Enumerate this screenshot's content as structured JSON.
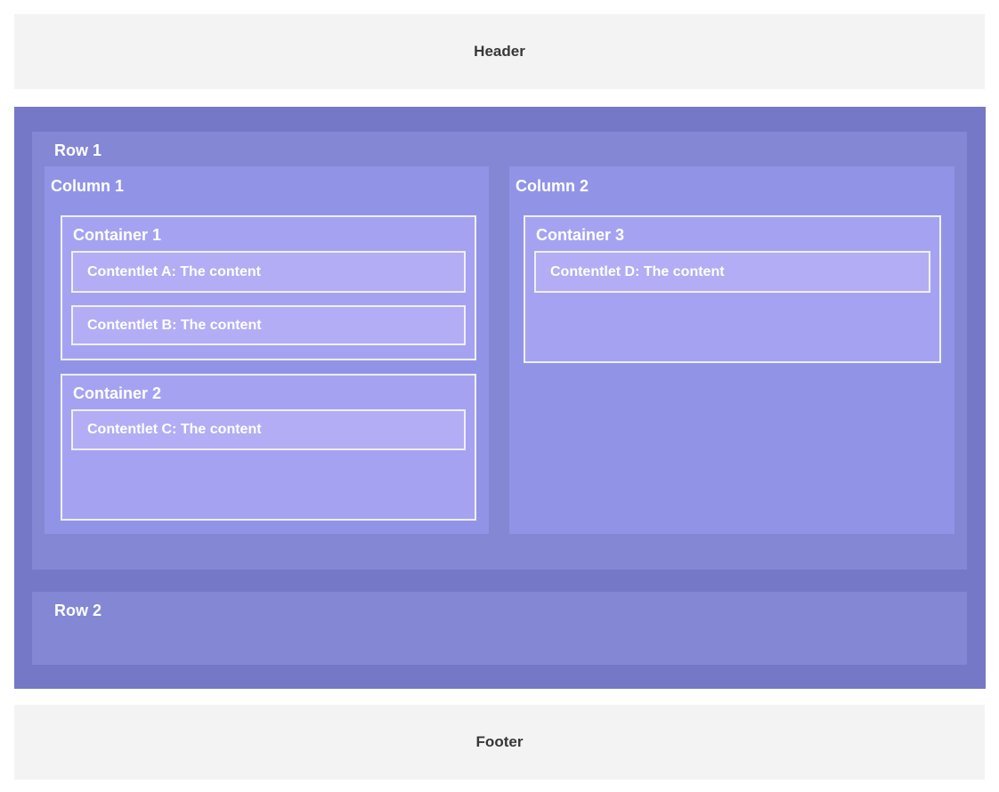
{
  "header": {
    "label": "Header"
  },
  "footer": {
    "label": "Footer"
  },
  "body": {
    "rows": [
      {
        "label": "Row 1",
        "columns": [
          {
            "label": "Column 1",
            "containers": [
              {
                "label": "Container 1",
                "contentlets": [
                  {
                    "label": "Contentlet A: The content"
                  },
                  {
                    "label": "Contentlet B: The content"
                  }
                ]
              },
              {
                "label": "Container 2",
                "contentlets": [
                  {
                    "label": "Contentlet C: The content"
                  }
                ]
              }
            ]
          },
          {
            "label": "Column 2",
            "containers": [
              {
                "label": "Container 3",
                "contentlets": [
                  {
                    "label": "Contentlet D: The content"
                  }
                ]
              }
            ]
          }
        ]
      },
      {
        "label": "Row 2",
        "columns": []
      }
    ]
  },
  "colors": {
    "page-bg": "#ffffff",
    "header-bg": "#f4f3f3",
    "header-text": "#373737",
    "main-bg": "#7478c7",
    "row-bg": "#8487d4",
    "column-bg": "#9194e6",
    "container-bg": "#a5a3f1",
    "contentlet-bg": "#b3adf5",
    "border-color": "#f0eff6",
    "label-text": "#ffffff"
  }
}
